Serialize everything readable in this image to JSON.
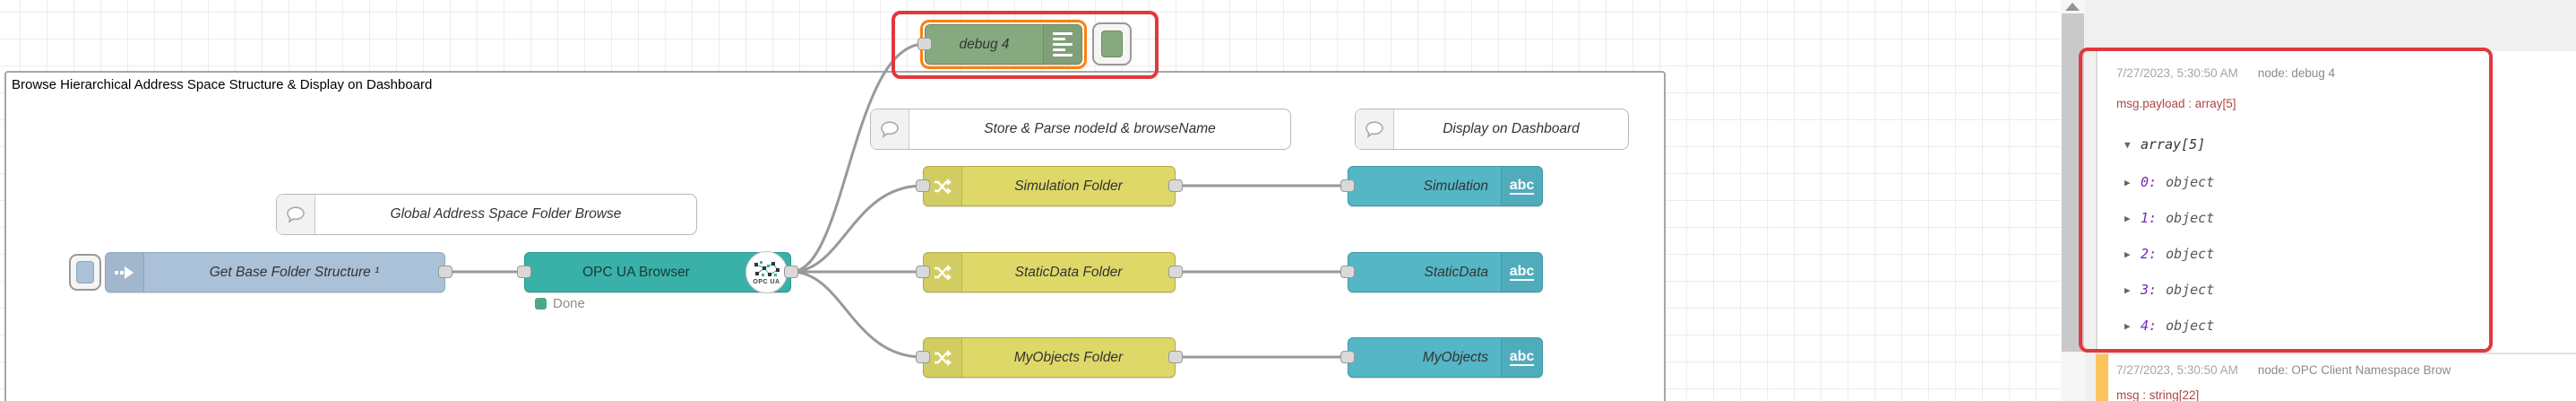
{
  "group": {
    "label": "Browse Hierarchical Address Space Structure & Display on Dashboard"
  },
  "comments": {
    "global": "Global Address Space Folder Browse",
    "store": "Store & Parse nodeId & browseName",
    "display": "Display on Dashboard"
  },
  "nodes": {
    "inject": {
      "label": "Get Base Folder Structure ¹"
    },
    "opcua": {
      "label": "OPC UA Browser",
      "status_text": "Done",
      "badge_caption": "OPC UA"
    },
    "debug": {
      "label": "debug 4"
    },
    "change": [
      {
        "label": "Simulation Folder"
      },
      {
        "label": "StaticData Folder"
      },
      {
        "label": "MyObjects Folder"
      }
    ],
    "uitext": [
      {
        "label": "Simulation",
        "icon_text": "abc"
      },
      {
        "label": "StaticData",
        "icon_text": "abc"
      },
      {
        "label": "MyObjects",
        "icon_text": "abc"
      }
    ]
  },
  "debug_panel": {
    "message1": {
      "timestamp": "7/27/2023, 5:30:50 AM",
      "source": "node: debug 4",
      "summary": "msg.payload : array[5]",
      "root": "array[5]",
      "collapse_glyph": "▼",
      "expand_glyph": "▶",
      "items": [
        {
          "index": "0:",
          "type": "object"
        },
        {
          "index": "1:",
          "type": "object"
        },
        {
          "index": "2:",
          "type": "object"
        },
        {
          "index": "3:",
          "type": "object"
        },
        {
          "index": "4:",
          "type": "object"
        }
      ]
    },
    "message2": {
      "timestamp": "7/27/2023, 5:30:50 AM",
      "source": "node: OPC Client Namespace Brow",
      "summary": "msg : string[22]"
    }
  },
  "colors": {
    "annotation_red": "#e0393d",
    "selected_orange": "#ff7f0e",
    "inject_node": "#abc1d8",
    "debug_node": "#87a980",
    "change_node": "#ded868",
    "opcua_node": "#39b1a8",
    "uitext_node": "#55b6c6",
    "status_green": "#4ca985",
    "msg_accent_orange": "#fcc45f",
    "debug_text_red": "#ab4747",
    "index_purple": "#7b24b8",
    "wire_gray": "#999999"
  }
}
